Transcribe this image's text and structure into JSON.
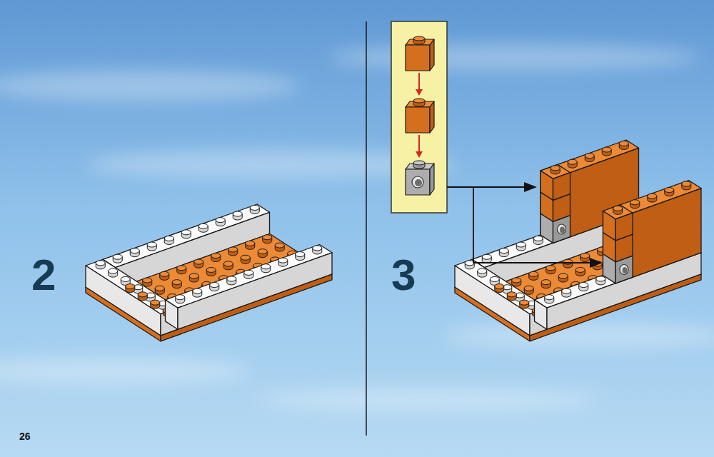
{
  "diagram": {
    "labels": [
      "2",
      "3",
      "26"
    ]
  }
}
